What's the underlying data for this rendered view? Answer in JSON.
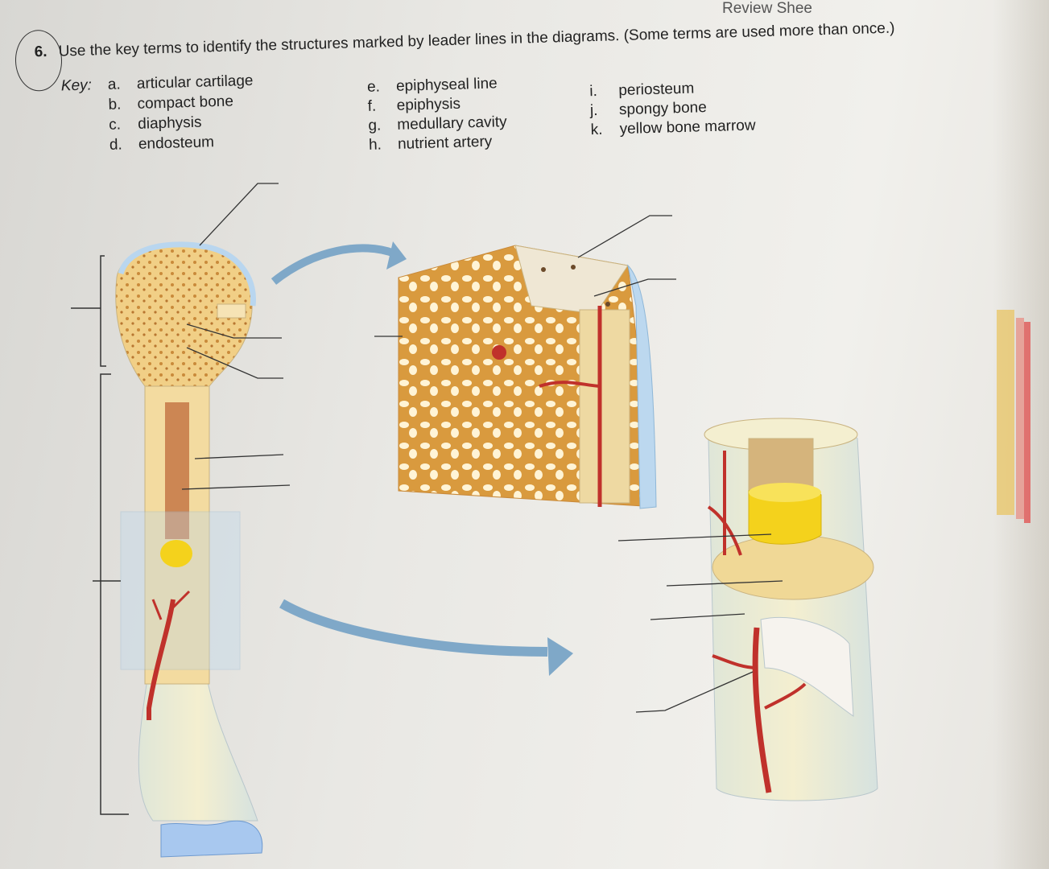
{
  "header": {
    "corner_text": "Review Shee"
  },
  "question": {
    "number": "6.",
    "text": "Use the key terms to identify the structures marked by leader lines in the diagrams. (Some terms are used more than once.)",
    "key_label": "Key:",
    "terms": [
      {
        "letter": "a.",
        "label": "articular cartilage"
      },
      {
        "letter": "b.",
        "label": "compact bone"
      },
      {
        "letter": "c.",
        "label": "diaphysis"
      },
      {
        "letter": "d.",
        "label": "endosteum"
      },
      {
        "letter": "e.",
        "label": "epiphyseal line"
      },
      {
        "letter": "f.",
        "label": "epiphysis"
      },
      {
        "letter": "g.",
        "label": "medullary cavity"
      },
      {
        "letter": "h.",
        "label": "nutrient artery"
      },
      {
        "letter": "i.",
        "label": "periosteum"
      },
      {
        "letter": "j.",
        "label": "spongy bone"
      },
      {
        "letter": "k.",
        "label": "yellow bone marrow"
      }
    ]
  },
  "colors": {
    "bone": "#f0d896",
    "spongy": "#d9a04a",
    "cartilage": "#b9d6ef",
    "marrow_yellow": "#f4d21c",
    "artery": "#c0312b",
    "arrow": "#7fa8c8"
  }
}
